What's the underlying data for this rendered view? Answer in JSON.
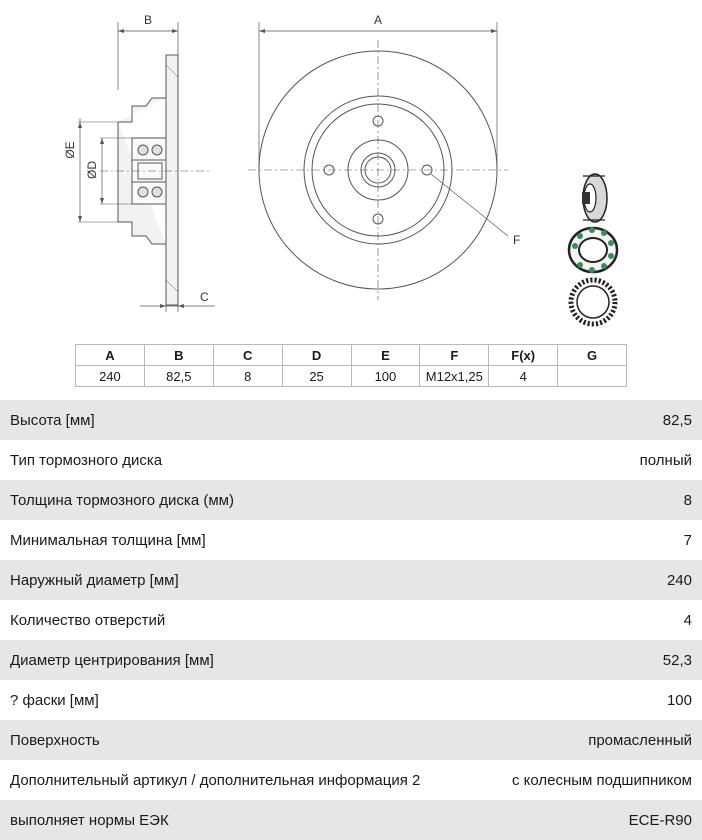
{
  "drawing": {
    "labels": {
      "a": "A",
      "b": "B",
      "c": "C",
      "d": "ØD",
      "e": "ØE",
      "f": "F"
    }
  },
  "dimensions_table": {
    "headers": [
      "A",
      "B",
      "C",
      "D",
      "E",
      "F",
      "F(x)",
      "G"
    ],
    "values": [
      "240",
      "82,5",
      "8",
      "25",
      "100",
      "M12x1,25",
      "4",
      ""
    ]
  },
  "specs": [
    {
      "label": "Высота [мм]",
      "value": "82,5"
    },
    {
      "label": "Тип тормозного диска",
      "value": "полный"
    },
    {
      "label": "Толщина тормозного диска (мм)",
      "value": "8"
    },
    {
      "label": "Минимальная толщина [мм]",
      "value": "7"
    },
    {
      "label": "Наружный диаметр [мм]",
      "value": "240"
    },
    {
      "label": "Количество отверстий",
      "value": "4"
    },
    {
      "label": "Диаметр центрирования [мм]",
      "value": "52,3"
    },
    {
      "label": "? фаски [мм]",
      "value": "100"
    },
    {
      "label": "Поверхность",
      "value": "промасленный"
    },
    {
      "label": "Дополнительный артикул / дополнительная информация 2",
      "value": "с колесным подшипником"
    },
    {
      "label": "выполняет нормы ЕЭК",
      "value": "ECE-R90"
    }
  ]
}
